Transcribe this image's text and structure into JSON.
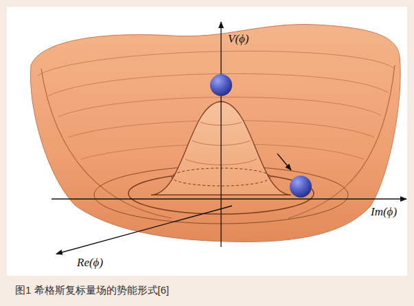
{
  "diagram": {
    "caption": "图1 希格斯复标量场的势能形式[6]",
    "labels": [
      "V(ϕ)",
      "Im(ϕ)",
      "Re(ϕ)"
    ]
  }
}
